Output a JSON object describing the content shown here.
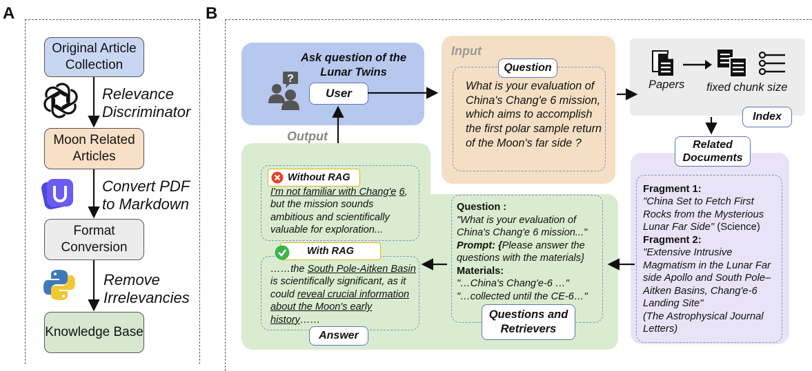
{
  "panel_a": {
    "letter": "A",
    "boxes": {
      "original": "Original Article Collection",
      "moon": "Moon Related Articles",
      "format": "Format Conversion",
      "kb": "Knowledge Base"
    },
    "steps": {
      "relevance": "Relevance Discriminator",
      "convert": "Convert PDF to Markdown",
      "remove": "Remove Irrelevancies"
    },
    "colors": {
      "original": "#c9d6f2",
      "moon": "#f8e0c6",
      "format": "#ececec",
      "kb": "#d7e8d0"
    }
  },
  "panel_b": {
    "letter": "B",
    "user_region": {
      "title": "Ask question of the Lunar Twins",
      "user_label": "User"
    },
    "output_label": "Output",
    "input": {
      "label": "Input",
      "question_tag": "Question",
      "question_text": "What is your evaluation of China's Chang'e 6 mission, which aims to accomplish the first polar sample return of the Moon's far side ?"
    },
    "index_region": {
      "papers": "Papers",
      "chunk": "fixed chunk size",
      "index_tag": "Index"
    },
    "related": {
      "tag": "Related Documents",
      "frag1_title": "Fragment 1:",
      "frag1_text": "\"China Set to Fetch First Rocks from the Mysterious Lunar Far Side\"",
      "frag1_source": "(Science)",
      "frag2_title": "Fragment 2:",
      "frag2_text": "\"Extensive Intrusive Magmatism in the Lunar Far side Apollo and South Pole–Aitken Basins, Chang'e-6 Landing Site\"",
      "frag2_source": "(The Astrophysical Journal Letters)"
    },
    "qr": {
      "question_label": "Question",
      "question_colon": " :",
      "question_text": "\"What is your evaluation of China's Chang'e 6 mission...\"",
      "prompt_label": "Prompt: {",
      "prompt_text": "Please answer the questions with the materials}",
      "materials_label": "Materials",
      "materials_colon": ":",
      "mat1": "\"…China's Chang'e-6 …\"",
      "mat2": "\"…collected until the CE-6…\"",
      "tag": "Questions and Retrievers"
    },
    "without_rag": {
      "tag": "Without RAG",
      "u1": "I'm not familiar with Chang'e",
      "u2": "6",
      "rest": ", but the mission sounds ambitious and scientifically valuable for exploration..."
    },
    "with_rag": {
      "tag": "With RAG",
      "t1": "……the ",
      "u1": "South Pole-Aitken Basin",
      "t2": " is scientifically significant, as it could ",
      "u2": "reveal crucial information about the Moon's early history",
      "t3": "……"
    },
    "answer_tag": "Answer",
    "colors": {
      "user_region": "#b7c8ee",
      "input_region": "#f5dfc4",
      "output_region": "#d9eccf",
      "index_region": "#ececec",
      "related_region": "#e8e3f6",
      "dash": "#7d93c9",
      "without_icon": "#e8402c",
      "with_icon": "#3ab54a"
    }
  }
}
